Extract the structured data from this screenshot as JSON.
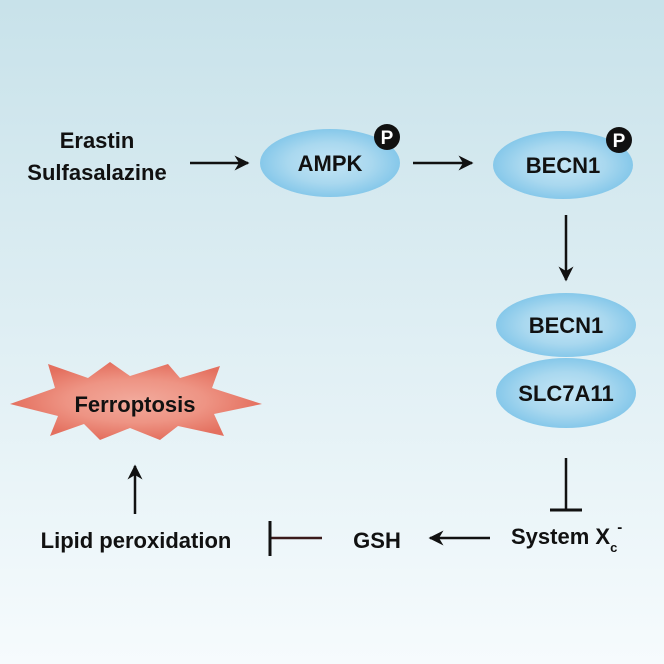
{
  "colors": {
    "background_top": "#c8e2ea",
    "background_bottom": "#f6fbfd",
    "protein_fill": "#8ccbea",
    "protein_center": "#c4e5f5",
    "star_fill": "#e4705f",
    "star_center": "#f2aa9c",
    "arrow": "#111111"
  },
  "inducers": [
    "Erastin",
    "Sulfasalazine"
  ],
  "nodes": {
    "ampk": "AMPK",
    "becn1_phospho": "BECN1",
    "phospho_label": "P",
    "complex_top": "BECN1",
    "complex_bottom": "SLC7A11",
    "system_xc": "System X",
    "system_xc_sub": "c",
    "system_xc_sup": "-",
    "gsh": "GSH",
    "lipid_peroxidation": "Lipid peroxidation",
    "ferroptosis": "Ferroptosis"
  },
  "edges": [
    {
      "from": "Erastin/Sulfasalazine",
      "to": "AMPK",
      "type": "activate"
    },
    {
      "from": "AMPK",
      "to": "BECN1",
      "type": "activate"
    },
    {
      "from": "BECN1",
      "to": "BECN1-SLC7A11",
      "type": "activate"
    },
    {
      "from": "BECN1-SLC7A11",
      "to": "System Xc-",
      "type": "inhibit"
    },
    {
      "from": "System Xc-",
      "to": "GSH",
      "type": "activate"
    },
    {
      "from": "GSH",
      "to": "Lipid peroxidation",
      "type": "inhibit"
    },
    {
      "from": "Lipid peroxidation",
      "to": "Ferroptosis",
      "type": "activate"
    }
  ]
}
